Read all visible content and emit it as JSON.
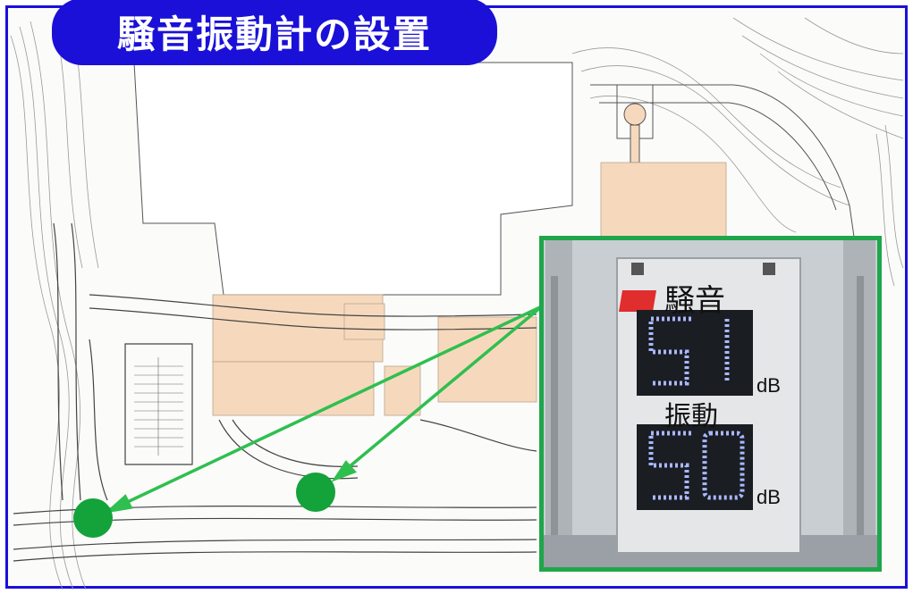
{
  "title": "騒音振動計の設置",
  "colors": {
    "title_bg": "#1b10d8",
    "frame": "#1b10d8",
    "inset_border": "#1fa64a",
    "markers": "#14a23a",
    "arrows": "#2fbf4f",
    "building_fill": "#f6d9bd"
  },
  "meter": {
    "noise_label": "騒音",
    "noise_value": "51",
    "noise_unit": "dB",
    "vibration_label": "振動",
    "vibration_value": "50",
    "vibration_unit": "dB"
  },
  "markers": [
    {
      "name": "meter-location-left"
    },
    {
      "name": "meter-location-center"
    }
  ]
}
